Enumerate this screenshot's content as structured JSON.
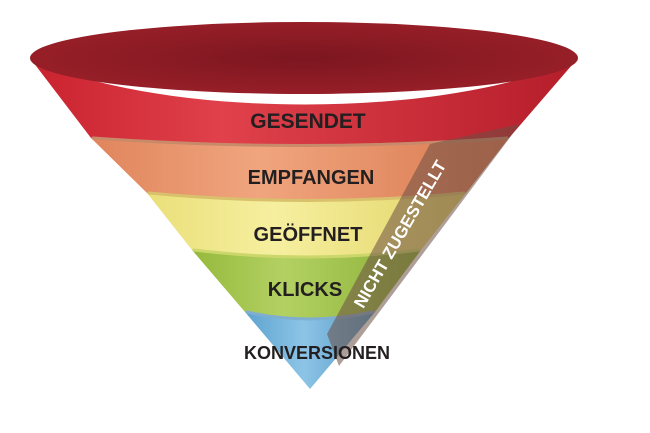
{
  "funnel": {
    "stages": [
      {
        "label": "GESENDET",
        "color": "#d42e3b"
      },
      {
        "label": "EMPFANGEN",
        "color": "#e8956c"
      },
      {
        "label": "GEÖFFNET",
        "color": "#efe48c"
      },
      {
        "label": "KLICKS",
        "color": "#a6c64f"
      },
      {
        "label": "KONVERSIONEN",
        "color": "#76b4d8"
      }
    ],
    "top_color": "#8f1b24",
    "side_band": {
      "label": "NICHT ZUGESTELLT",
      "color": "#7a5a4a"
    }
  }
}
